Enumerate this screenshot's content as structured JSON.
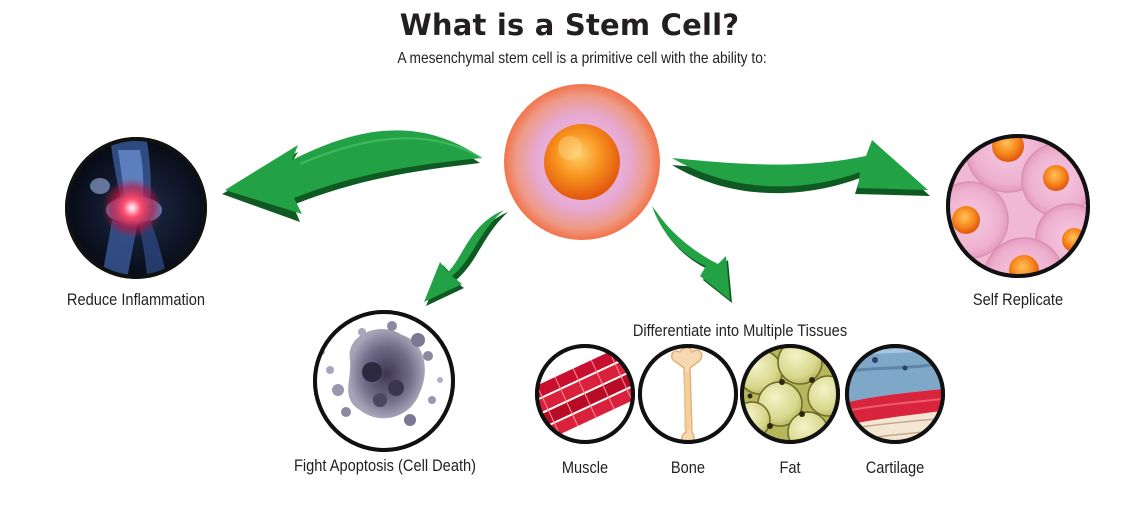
{
  "title": "What is a Stem Cell?",
  "subtitle": "A mesenchymal stem cell is a primitive cell with the ability to:",
  "abilities": {
    "reduce_inflammation": "Reduce Inflammation",
    "self_replicate": "Self Replicate",
    "fight_apoptosis": "Fight Apoptosis (Cell Death)",
    "differentiate": "Differentiate into Multiple Tissues"
  },
  "tissues": {
    "muscle": "Muscle",
    "bone": "Bone",
    "fat": "Fat",
    "cartilage": "Cartilage"
  },
  "colors": {
    "arrow_green": "#1f9a3c",
    "arrow_dark": "#0e5a22",
    "cell_outer": "#f08a60",
    "cell_inner": "#f7931e",
    "cell_membrane": "#e8a8d2"
  }
}
